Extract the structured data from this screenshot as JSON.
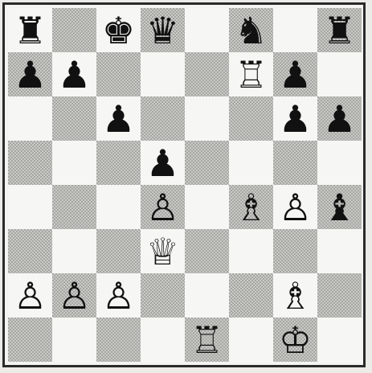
{
  "board": {
    "ranks": [
      [
        "r",
        "",
        "k",
        "q",
        "",
        "n",
        "",
        "r"
      ],
      [
        "p",
        "p",
        "",
        "",
        "",
        "R",
        "p",
        ""
      ],
      [
        "",
        "",
        "p",
        "",
        "",
        "",
        "p",
        "p"
      ],
      [
        "",
        "",
        "",
        "p",
        "",
        "",
        "",
        ""
      ],
      [
        "",
        "",
        "",
        "P",
        "",
        "B",
        "P",
        "b"
      ],
      [
        "",
        "",
        "",
        "Q",
        "",
        "",
        "",
        ""
      ],
      [
        "P",
        "P",
        "P",
        "",
        "",
        "",
        "B",
        ""
      ],
      [
        "",
        "",
        "",
        "",
        "R",
        "",
        "K",
        ""
      ]
    ]
  },
  "glyphs": {
    "K": "♔",
    "Q": "♕",
    "R": "♖",
    "B": "♗",
    "N": "♘",
    "P": "♙",
    "k": "♚",
    "q": "♛",
    "r": "♜",
    "b": "♝",
    "n": "♞",
    "p": "♟"
  },
  "piece_names": {
    "K": "white-king",
    "Q": "white-queen",
    "R": "white-rook",
    "B": "white-bishop",
    "N": "white-knight",
    "P": "white-pawn",
    "k": "black-king",
    "q": "black-queen",
    "r": "black-rook",
    "b": "black-bishop",
    "n": "black-knight",
    "p": "black-pawn"
  },
  "colors": {
    "light_square": "#f6f6f4",
    "dark_square": "#c9c9c6",
    "border": "#2a2a2a"
  }
}
